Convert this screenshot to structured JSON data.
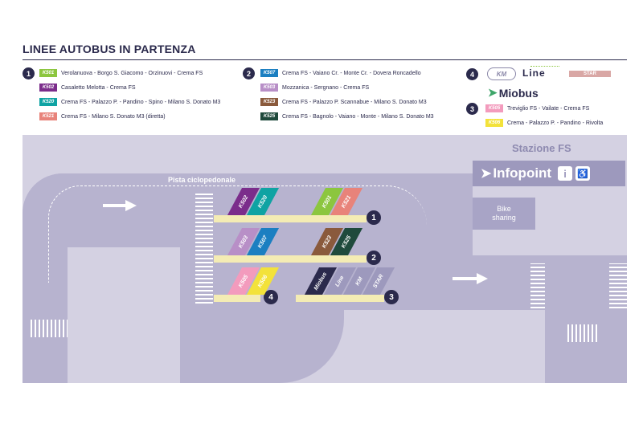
{
  "title": "LINEE AUTOBUS IN PARTENZA",
  "colors": {
    "navy": "#2b2a4c",
    "map_bg": "#d4d1e2",
    "road": "#b7b3cf",
    "platform": "#f4ecb4"
  },
  "groups": [
    {
      "number": "1",
      "rows": [
        {
          "code": "K501",
          "color": "#8cc63f",
          "route": "Verolanuova - Borgo S. Giacomo - Orzinuovi - Crema FS"
        },
        {
          "code": "K502",
          "color": "#7b2d8b",
          "route": "Casaletto Melotta - Crema FS"
        },
        {
          "code": "K520",
          "color": "#0fa3a3",
          "route": "Crema FS - Palazzo P. - Pandino - Spino - Milano S. Donato M3"
        },
        {
          "code": "K521",
          "color": "#e8837a",
          "route": "Crema FS - Milano S. Donato M3 (diretta)"
        }
      ]
    },
    {
      "number": "2",
      "rows": [
        {
          "code": "K507",
          "color": "#1b7fc1",
          "route": "Crema FS - Vaiano Cr. - Monte Cr. - Dovera Roncadello"
        },
        {
          "code": "K503",
          "color": "#b88fc7",
          "route": "Mozzanica - Sergnano - Crema FS"
        },
        {
          "code": "K523",
          "color": "#8a5a3c",
          "route": "Crema FS - Palazzo P. Scannabue - Milano S. Donato M3"
        },
        {
          "code": "K525",
          "color": "#1f4a3c",
          "route": "Crema FS - Bagnolo - Vaiano - Monte - Milano S. Donato M3"
        }
      ]
    },
    {
      "number": "4",
      "logos": [
        "KM",
        "Line",
        "STAR",
        "Miobus"
      ]
    },
    {
      "number": "3",
      "rows": [
        {
          "code": "K505",
          "color": "#f39bbd",
          "route": "Treviglio FS - Vailate - Crema FS"
        },
        {
          "code": "K506",
          "color": "#f3e23a",
          "route": "Crema - Palazzo P. - Pandino - Rivolta"
        }
      ]
    }
  ],
  "map": {
    "pista_label": "Pista ciclopedonale",
    "station_label": "Stazione FS",
    "infopoint_label": "Infopoint",
    "bike_label_1": "Bike",
    "bike_label_2": "sharing",
    "stops": [
      {
        "number": "1",
        "buses": [
          {
            "label": "K502",
            "color": "#7b2d8b"
          },
          {
            "label": "K520",
            "color": "#0fa3a3"
          },
          {
            "label": "K501",
            "color": "#8cc63f"
          },
          {
            "label": "K521",
            "color": "#e8837a"
          }
        ]
      },
      {
        "number": "2",
        "buses": [
          {
            "label": "K503",
            "color": "#b88fc7"
          },
          {
            "label": "K507",
            "color": "#1b7fc1"
          },
          {
            "label": "K523",
            "color": "#8a5a3c"
          },
          {
            "label": "K525",
            "color": "#1f4a3c"
          }
        ]
      },
      {
        "number": "4",
        "buses": [
          {
            "label": "K505",
            "color": "#f39bbd"
          },
          {
            "label": "K506",
            "color": "#f3e23a"
          }
        ]
      },
      {
        "number": "3",
        "buses": [
          {
            "label": "Miobus",
            "color": "#2b2a4c"
          },
          {
            "label": "Line",
            "color": "#9d99bd"
          },
          {
            "label": "KM",
            "color": "#9d99bd"
          },
          {
            "label": "STAR",
            "color": "#9d99bd"
          }
        ]
      }
    ]
  }
}
